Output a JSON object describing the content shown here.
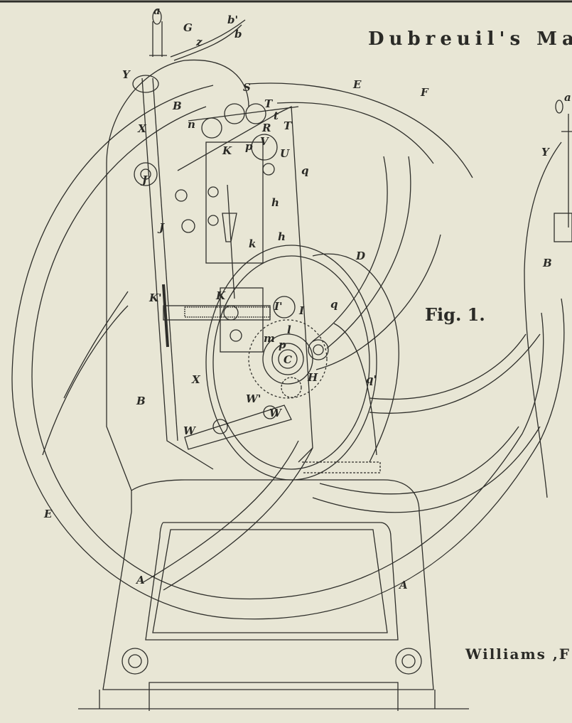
{
  "plate": {
    "title": "Dubreuil's Ma",
    "figure_label": "Fig. 1.",
    "engraver": "Williams ,F"
  },
  "labels": {
    "a": "a",
    "G": "G",
    "b_prime": "b'",
    "b": "b",
    "z": "z",
    "Y": "Y",
    "S": "S",
    "E_top": "E",
    "F": "F",
    "B_top": "B",
    "T1": "T",
    "t": "t",
    "R": "R",
    "T2": "T",
    "X_top": "X",
    "n": "n",
    "V": "V",
    "p_top": "p",
    "K_top": "K",
    "U": "U",
    "q_top": "q",
    "J1": "J",
    "J2": "J",
    "h1": "h",
    "k": "k",
    "h2": "h",
    "D": "D",
    "K_prime": "K'",
    "K_mid": "K",
    "I_prime": "I'",
    "I": "I",
    "q_mid": "q",
    "l": "l",
    "m": "m",
    "p_low": "p",
    "C": "C",
    "H": "H",
    "X_low": "X",
    "q_prime": "q'",
    "B_low": "B",
    "W_prime": "W'",
    "W_small": "W",
    "W_arm": "W",
    "E_low": "E",
    "A_left": "A",
    "A_right": "A",
    "a_right": "a",
    "Y_right": "Y",
    "B_right": "B"
  },
  "colors": {
    "paper": "#e8e6d5",
    "ink": "#2a2a26"
  }
}
